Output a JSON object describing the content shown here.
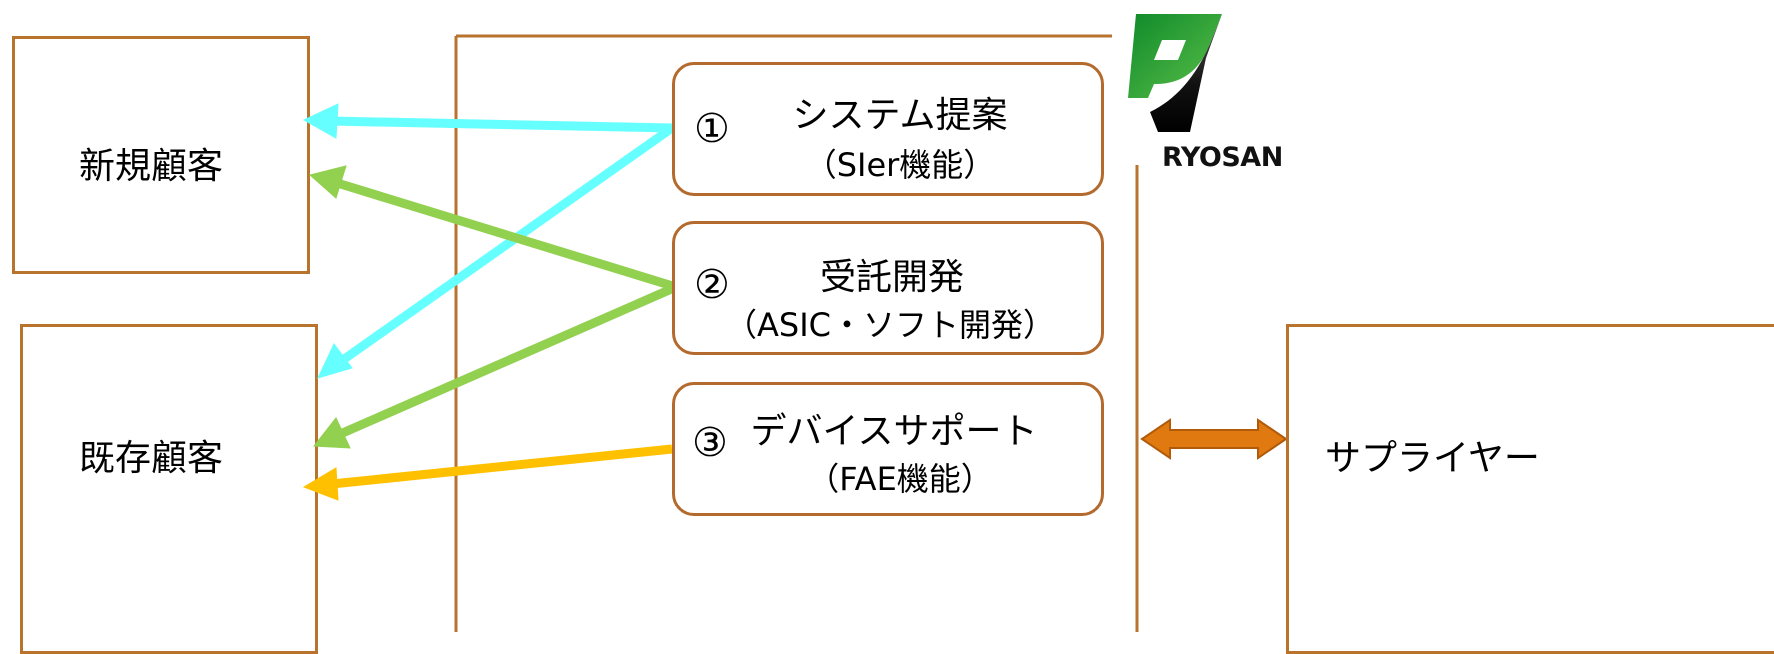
{
  "customers": {
    "new": "新規顧客",
    "existing": "既存顧客"
  },
  "supplier": "サプライヤー",
  "logo": {
    "name": "RYOSAN",
    "icon": "ryosan-logo-icon"
  },
  "services": [
    {
      "num": "①",
      "title": "システム提案",
      "sub": "（SIer機能）",
      "arrow_color": "#66ffff"
    },
    {
      "num": "②",
      "title": "受託開発",
      "sub": "（ASIC・ソフト開発）",
      "arrow_color": "#92d050"
    },
    {
      "num": "③",
      "title": "デバイスサポート",
      "sub": "（FAE機能）",
      "arrow_color": "#ffc000"
    }
  ],
  "colors": {
    "box_border": "#b8732d",
    "supplier_arrow": "#e07a10",
    "logo_green": "#1e8c2e"
  }
}
